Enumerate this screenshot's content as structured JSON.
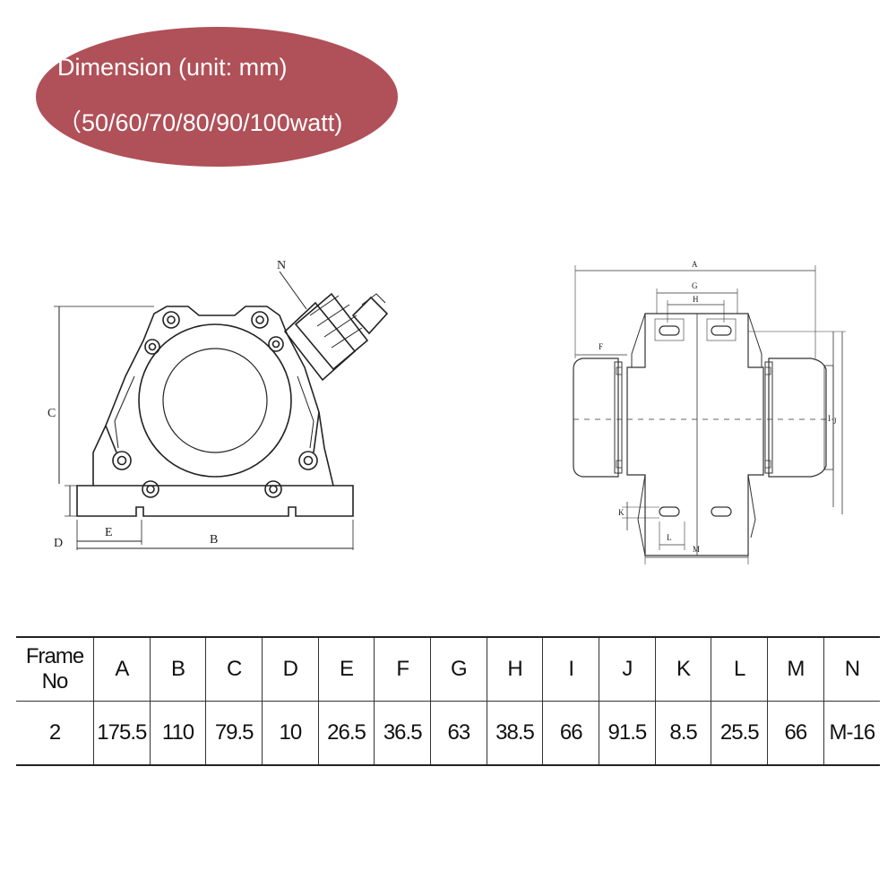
{
  "badge": {
    "line1": "Dimension (unit: mm)",
    "line2": "（50/60/70/80/90/100watt)"
  },
  "front_view_labels": {
    "N": "N",
    "C": "C",
    "D": "D",
    "E": "E",
    "B": "B"
  },
  "top_view_labels": {
    "A": "A",
    "G": "G",
    "H": "H",
    "F": "F",
    "I": "I",
    "J": "J",
    "K": "K",
    "L": "L",
    "M": "M"
  },
  "table": {
    "headers": [
      "Frame No",
      "A",
      "B",
      "C",
      "D",
      "E",
      "F",
      "G",
      "H",
      "I",
      "J",
      "K",
      "L",
      "M",
      "N"
    ],
    "rows": [
      [
        "2",
        "175.5",
        "110",
        "79.5",
        "10",
        "26.5",
        "36.5",
        "63",
        "38.5",
        "66",
        "91.5",
        "8.5",
        "25.5",
        "66",
        "M-16"
      ]
    ]
  }
}
